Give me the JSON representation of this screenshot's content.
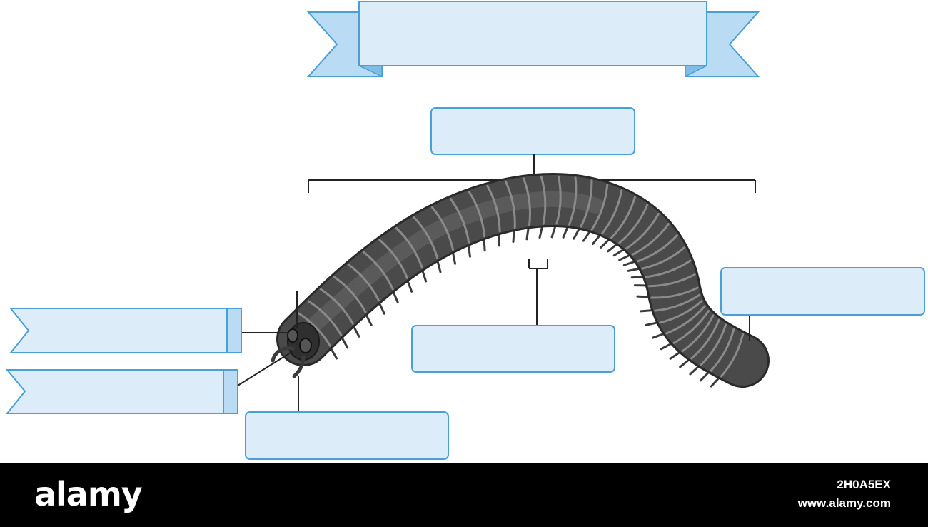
{
  "diagram": {
    "title_banner_text": "",
    "label_boxes": [
      {
        "id": "top-body-label",
        "text": ""
      },
      {
        "id": "tail-label",
        "text": ""
      },
      {
        "id": "legs-label",
        "text": ""
      },
      {
        "id": "head-bottom-label",
        "text": ""
      },
      {
        "id": "head-upper-ribbon",
        "text": ""
      },
      {
        "id": "head-lower-ribbon",
        "text": ""
      }
    ],
    "colors": {
      "box_fill": "#dcecf9",
      "box_stroke": "#4a9fd6",
      "ribbon_dark": "#b9dcf4",
      "leader_line": "#222222",
      "body_dark": "#3b3b3b",
      "body_light": "#8a8a8a"
    }
  },
  "footer": {
    "brand": "alamy",
    "image_id": "2H0A5EX",
    "site": "www.alamy.com"
  }
}
